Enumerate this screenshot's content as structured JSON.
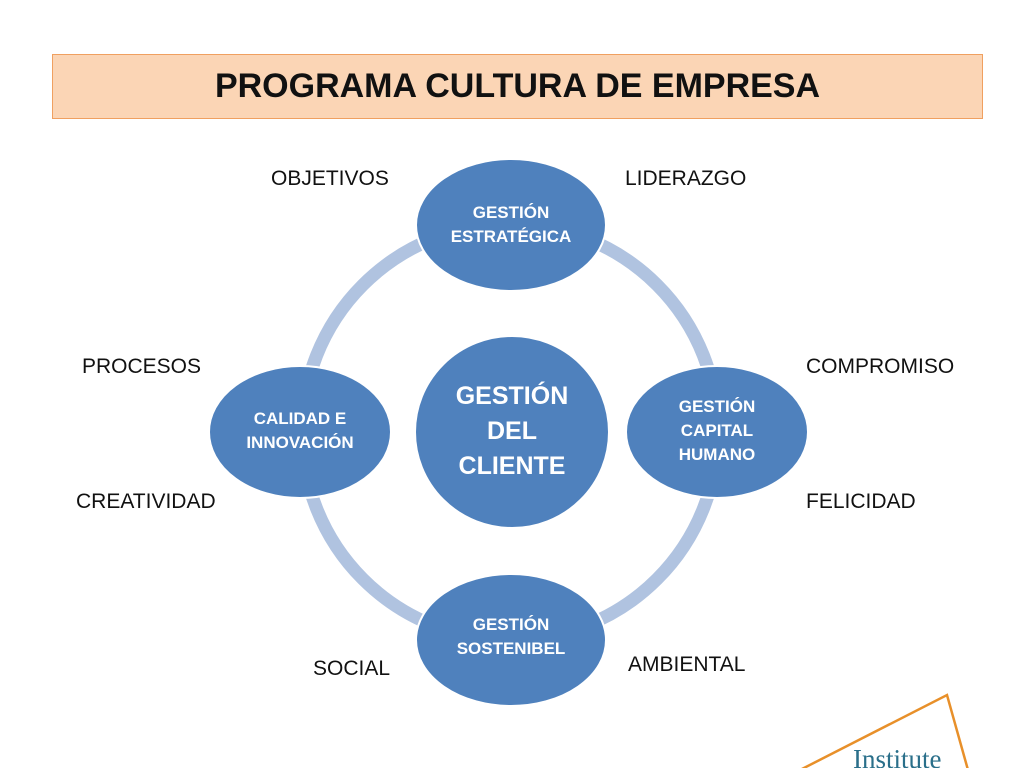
{
  "title": "PROGRAMA CULTURA DE EMPRESA",
  "center": [
    "GESTIÓN",
    "DEL",
    "CLIENTE"
  ],
  "nodes": {
    "top": [
      "GESTIÓN",
      "ESTRATÉGICA"
    ],
    "right": [
      "GESTIÓN",
      "CAPITAL",
      "HUMANO"
    ],
    "bottom": [
      "GESTIÓN",
      "SOSTENIBEL"
    ],
    "left": [
      "CALIDAD E",
      "INNOVACIÓN"
    ]
  },
  "labels": {
    "objetivos": "OBJETIVOS",
    "liderazgo": "LIDERAZGO",
    "procesos": "PROCESOS",
    "compromiso": "COMPROMISO",
    "creatividad": "CREATIVIDAD",
    "felicidad": "FELICIDAD",
    "social": "SOCIAL",
    "ambiental": "AMBIENTAL"
  },
  "logo_text": "Institute",
  "colors": {
    "node": "#4f81bd",
    "ring": "#b0c3e0",
    "title_bg": "#fbd5b5",
    "logo_line": "#e8902a",
    "logo_text": "#2a6f8a"
  }
}
